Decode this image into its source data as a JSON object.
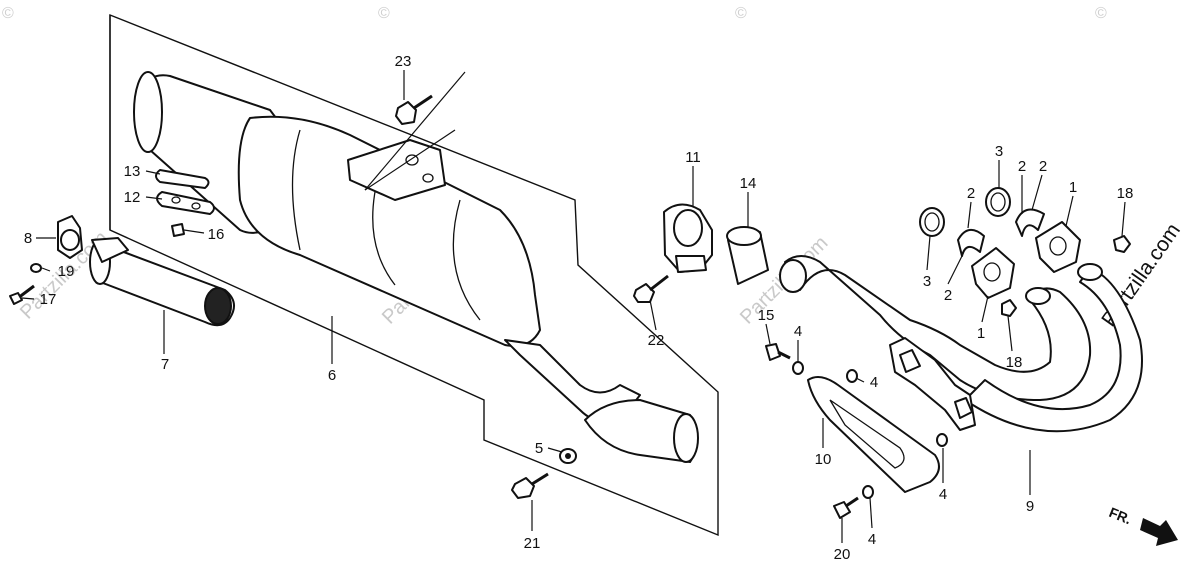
{
  "diagram": {
    "watermark_domain": "Partzilla.com",
    "watermark_copyright": "©",
    "direction_label": "FR.",
    "callouts": [
      {
        "id": "c23",
        "text": "23"
      },
      {
        "id": "c13",
        "text": "13"
      },
      {
        "id": "c12",
        "text": "12"
      },
      {
        "id": "c16",
        "text": "16"
      },
      {
        "id": "c8",
        "text": "8"
      },
      {
        "id": "c19",
        "text": "19"
      },
      {
        "id": "c17",
        "text": "17"
      },
      {
        "id": "c7",
        "text": "7"
      },
      {
        "id": "c6",
        "text": "6"
      },
      {
        "id": "c5",
        "text": "5"
      },
      {
        "id": "c21",
        "text": "21"
      },
      {
        "id": "c11",
        "text": "11"
      },
      {
        "id": "c14",
        "text": "14"
      },
      {
        "id": "c22",
        "text": "22"
      },
      {
        "id": "c15",
        "text": "15"
      },
      {
        "id": "c4a",
        "text": "4"
      },
      {
        "id": "c4b",
        "text": "4"
      },
      {
        "id": "c4c",
        "text": "4"
      },
      {
        "id": "c4d",
        "text": "4"
      },
      {
        "id": "c10",
        "text": "10"
      },
      {
        "id": "c20",
        "text": "20"
      },
      {
        "id": "c9",
        "text": "9"
      },
      {
        "id": "c3a",
        "text": "3"
      },
      {
        "id": "c3b",
        "text": "3"
      },
      {
        "id": "c2a",
        "text": "2"
      },
      {
        "id": "c2b",
        "text": "2"
      },
      {
        "id": "c2c",
        "text": "2"
      },
      {
        "id": "c2d",
        "text": "2"
      },
      {
        "id": "c1a",
        "text": "1"
      },
      {
        "id": "c1b",
        "text": "1"
      },
      {
        "id": "c18a",
        "text": "18"
      },
      {
        "id": "c18b",
        "text": "18"
      }
    ]
  }
}
